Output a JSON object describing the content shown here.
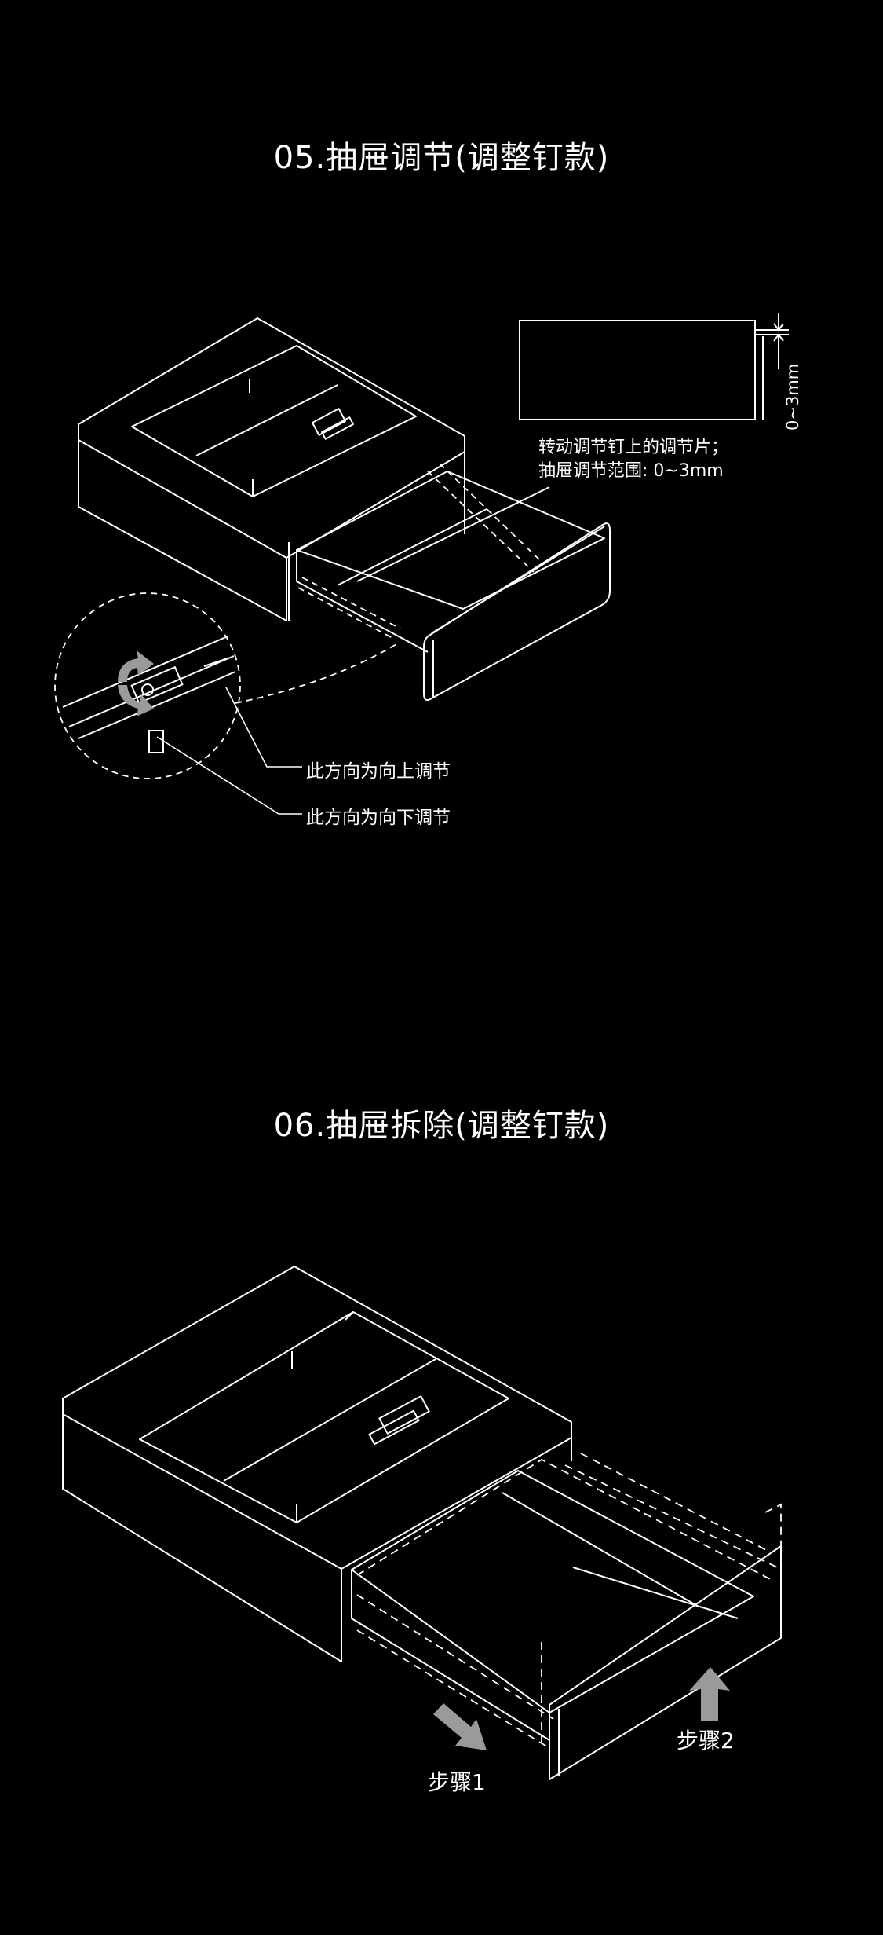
{
  "section5": {
    "title": "05.抽屉调节(调整钉款)",
    "note_line1": "转动调节钉上的调节片；",
    "note_line2": "抽屉调节范围: 0~3mm",
    "range_label": "0~3mm",
    "callout_up": "此方向为向上调节",
    "callout_down": "此方向为向下调节"
  },
  "section6": {
    "title": "06.抽屉拆除(调整钉款)",
    "step1": "步骤1",
    "step2": "步骤2"
  },
  "colors": {
    "background": "#000000",
    "line": "#ffffff",
    "arrow": "#9a9a9a"
  }
}
